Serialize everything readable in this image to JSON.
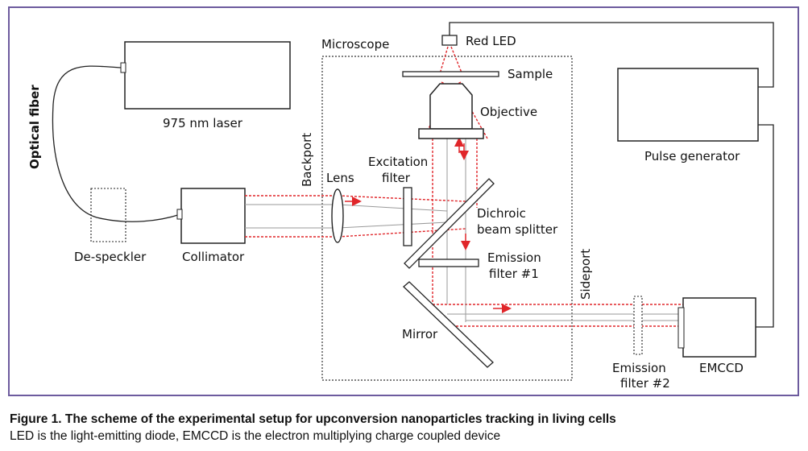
{
  "labels": {
    "laser": "975 nm laser",
    "optical_fiber": "Optical fiber",
    "despeckler": "De-speckler",
    "collimator": "Collimator",
    "backport": "Backport",
    "lens": "Lens",
    "excitation_filter_1": "Excitation",
    "excitation_filter_2": "filter",
    "microscope": "Microscope",
    "red_led": "Red LED",
    "sample": "Sample",
    "objective": "Objective",
    "dichroic_1": "Dichroic",
    "dichroic_2": "beam splitter",
    "emission_filter1_1": "Emission",
    "emission_filter1_2": "filter #1",
    "mirror": "Mirror",
    "sideport": "Sideport",
    "emission_filter2_1": "Emission",
    "emission_filter2_2": "filter #2",
    "emccd": "EMCCD",
    "pulse_generator": "Pulse generator"
  },
  "caption": {
    "title": "Figure 1. The scheme of the experimental setup for upconversion nanoparticles tracking in living cells",
    "text": "LED is the light-emitting diode, EMCCD is the electron multiplying charge coupled device"
  },
  "colors": {
    "frame": "#6d5b9e",
    "laser_beam": "#e0262a",
    "emission_beam": "#9a9a9a",
    "outline": "#222222"
  }
}
